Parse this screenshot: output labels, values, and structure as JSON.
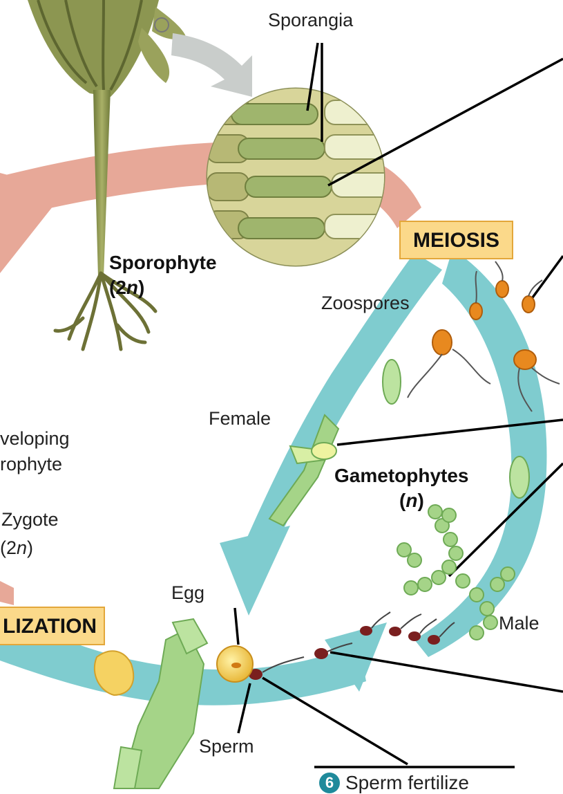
{
  "labels": {
    "sporangia": "Sporangia",
    "sporophyte": "Sporophyte",
    "sporophyte_ploidy_open": "(2",
    "sporophyte_ploidy_n": "n",
    "sporophyte_ploidy_close": ")",
    "meiosis": "MEIOSIS",
    "zoospores": "Zoospores",
    "female": "Female",
    "gametophytes": "Gametophytes",
    "gametophytes_ploidy_open": "(",
    "gametophytes_ploidy_n": "n",
    "gametophytes_ploidy_close": ")",
    "developing_line1": "veloping",
    "developing_line2": "rophyte",
    "zygote": "Zygote",
    "zygote_ploidy_open": "(2",
    "zygote_ploidy_n": "n",
    "zygote_ploidy_close": ")",
    "fertilization": "LIZATION",
    "egg": "Egg",
    "male": "Male",
    "sperm": "Sperm",
    "step_number": "6",
    "step_text": "Sperm fertilize"
  },
  "colors": {
    "arrow_pink": "#e7a898",
    "arrow_teal": "#7fcccf",
    "label_box_fill": "#fbd98a",
    "label_box_border": "#e3a73a",
    "kelp_olive": "#8c9651",
    "zoospore_orange": "#e8891f",
    "gametophyte_green": "#a5d488",
    "sperm_dark_red": "#7a1f1f",
    "badge_teal": "#1f8a9b"
  }
}
